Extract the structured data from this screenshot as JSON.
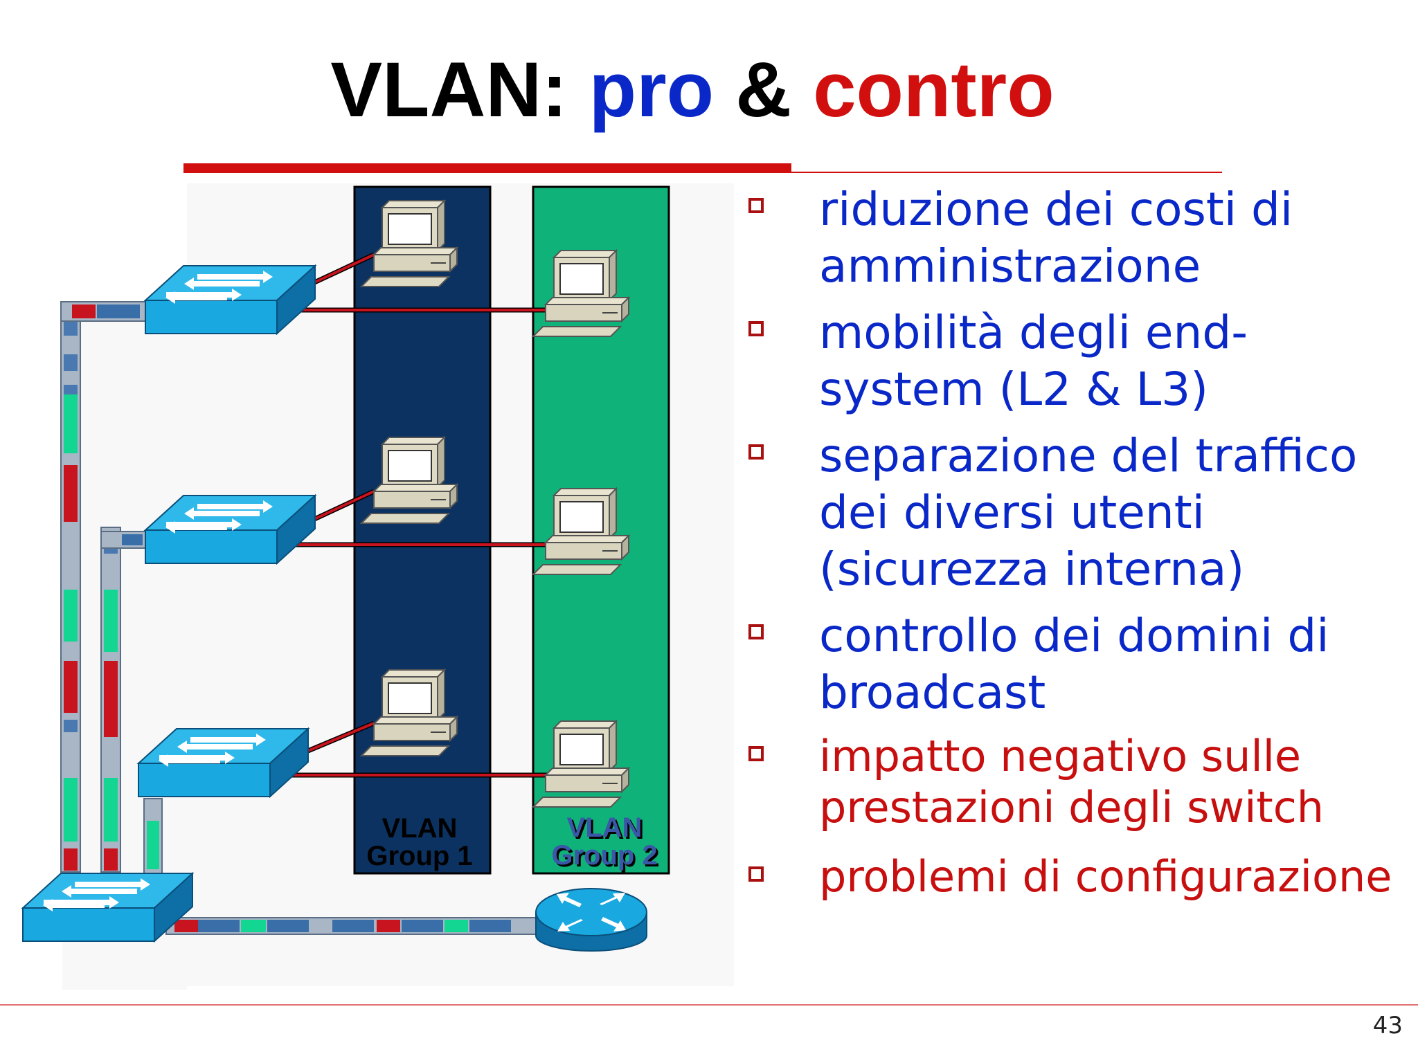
{
  "slide": {
    "title": {
      "part1": "VLAN:",
      "part2": "pro",
      "part3": "&",
      "part4": "contro"
    },
    "page_number": "43"
  },
  "diagram": {
    "group1_label_line1": "VLAN",
    "group1_label_line2": "Group 1",
    "group2_label_line1": "VLAN",
    "group2_label_line2": "Group 2"
  },
  "bullets": [
    {
      "text": "riduzione dei costi di amministrazione",
      "kind": "pro"
    },
    {
      "text": "mobilità degli end-system (L2 & L3)",
      "kind": "pro"
    },
    {
      "text": "separazione del traffico dei diversi utenti (sicurezza interna)",
      "kind": "pro"
    },
    {
      "text": "controllo dei domini di broadcast",
      "kind": "pro"
    },
    {
      "text": "impatto negativo sulle prestazioni degli switch",
      "kind": "contra"
    },
    {
      "text": "problemi di configurazione",
      "kind": "contra"
    }
  ],
  "colors": {
    "pro_text": "#0a28c8",
    "contra_text": "#c80f0f",
    "vlan_group1": "#0b3260",
    "vlan_group2": "#0fb37a",
    "switch": "#1aa8e0",
    "link_red": "#c8141e"
  },
  "icons": [
    "switch-icon",
    "router-icon",
    "workstation-icon",
    "bullet-square-icon"
  ]
}
